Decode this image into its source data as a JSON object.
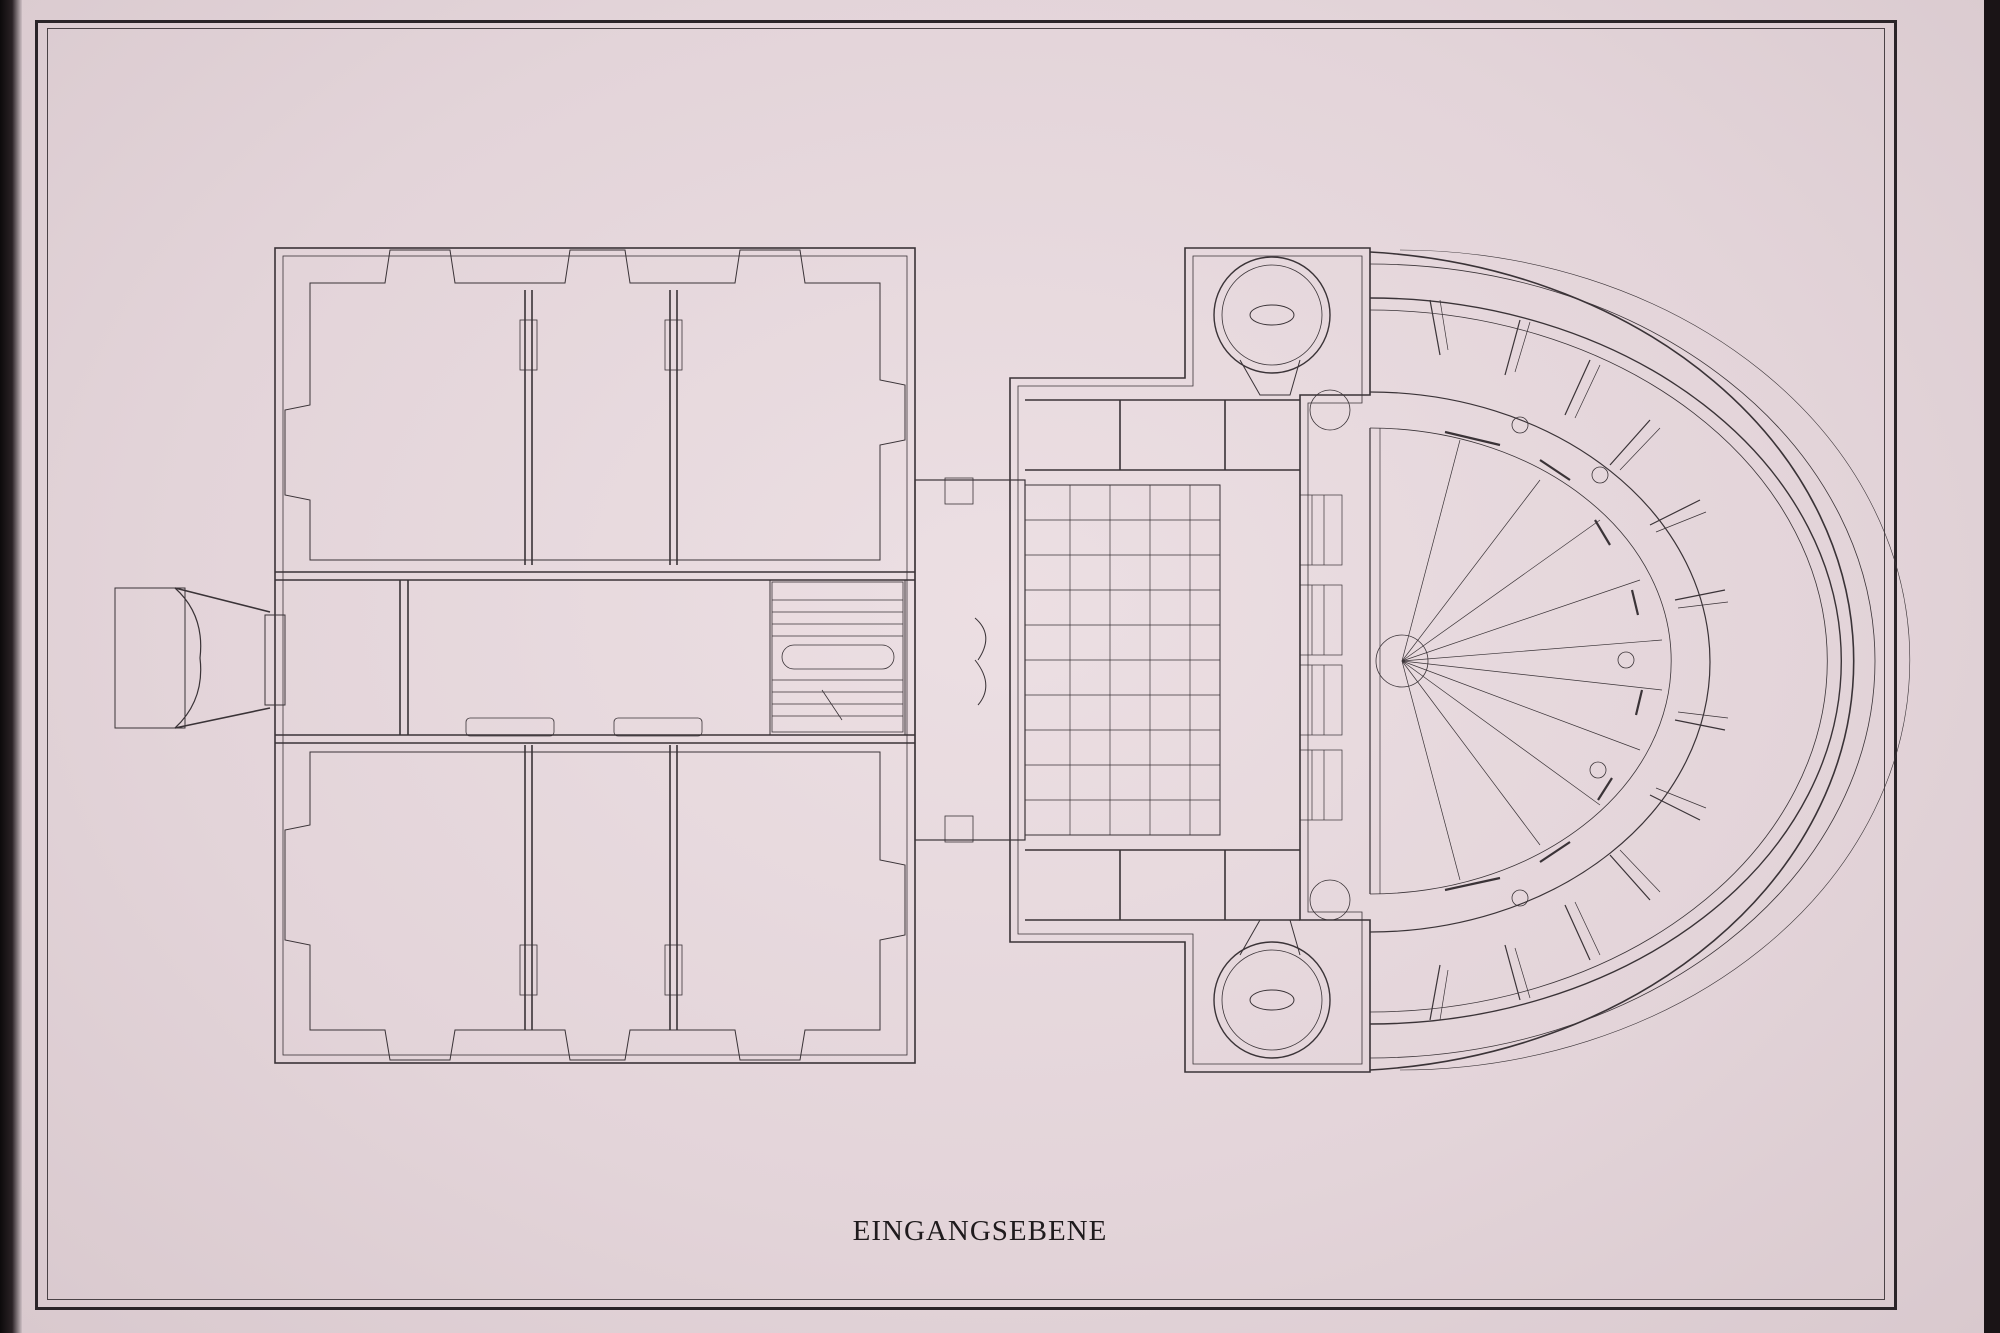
{
  "title": "EINGANGSEBENE",
  "colors": {
    "paper": "#e8dbe0",
    "line": "#3a3337",
    "frame": "#2a2428"
  },
  "icons": {
    "left_wing": "floor-plan-rooms",
    "entrance": "entrance-stairs",
    "hall": "tiled-hall",
    "rotunda": "semicircular-auditorium",
    "stairwells": "spiral-staircase"
  }
}
